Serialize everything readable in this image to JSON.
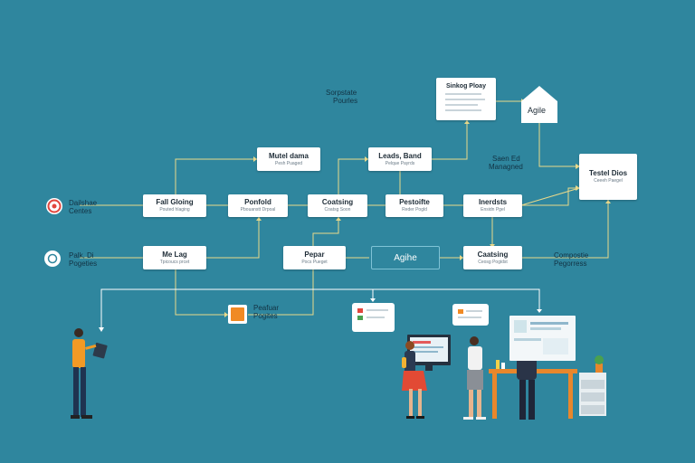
{
  "labels": {
    "left_top": [
      "Dailshae",
      "Centes"
    ],
    "left_bottom": [
      "Palk, Di",
      "Pogeties"
    ],
    "top_left": [
      "Sorpstate",
      "Pourles"
    ],
    "mid_right": [
      "Saen Ed",
      "Managned"
    ],
    "bottom_right": [
      "Compostie",
      "Pegorress"
    ],
    "bottom_center": [
      "Peafuar",
      "Pogites"
    ]
  },
  "checklist": {
    "title": "Sinkog Ploay"
  },
  "house": {
    "label": "Agile"
  },
  "nodes": {
    "mutel_dama": {
      "title": "Mutel dama",
      "sub": "Pesh Puaged"
    },
    "leads_band": {
      "title": "Leads, Band",
      "sub": "Pelque Payrds"
    },
    "testel_dios": {
      "title": "Testel Dios",
      "sub": "Ceeeh Paegel"
    },
    "fal_gloing": {
      "title": "Fall Gloing",
      "sub": "Pouted hlaging"
    },
    "ponfold": {
      "title": "Ponfold",
      "sub": "Pbouanstt Drpoal"
    },
    "coatsing": {
      "title": "Coatsing",
      "sub": "Coatsg Soon"
    },
    "pestoifte": {
      "title": "Pestoifte",
      "sub": "Reder Pogld"
    },
    "inerdsts": {
      "title": "Inerdsts",
      "sub": "Ensidn Pgel"
    },
    "me_lag": {
      "title": "Me Lag",
      "sub": "Tpicoucs prcet"
    },
    "pepar": {
      "title": "Pepar",
      "sub": "Pocs Pueget"
    },
    "agihe": {
      "title": "Agihe"
    },
    "caatsing": {
      "title": "Caatsing",
      "sub": "Ceosg Pogidst"
    }
  },
  "colors": {
    "background": "#2f869e",
    "connector": "#e9d98a",
    "node_fill": "#ffffff",
    "accent_orange": "#f08a24",
    "accent_red": "#e2463d",
    "desk": "#e8872c"
  },
  "icons": [
    "target-icon",
    "cycle-icon",
    "house-icon",
    "orange-badge-icon",
    "checklist-icon"
  ]
}
